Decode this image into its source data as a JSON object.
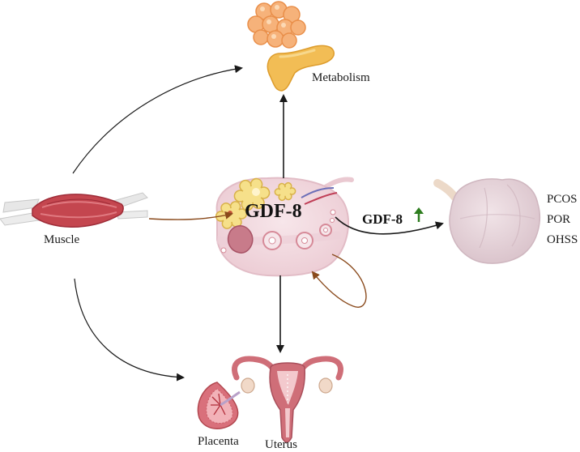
{
  "center": {
    "label": "GDF-8"
  },
  "targets": {
    "metabolism": "Metabolism",
    "muscle": "Muscle",
    "placenta": "Placenta",
    "uterus": "Uterus"
  },
  "ovary_condition": {
    "label": "GDF-8",
    "trend": "up",
    "trend_color": "#2e7d1f",
    "conditions": [
      "PCOS",
      "POR",
      "OHSS"
    ]
  },
  "colors": {
    "arrow_dark": "#1a1a1a",
    "arrow_brown": "#8a4a1c",
    "ovary": "#f3dde2",
    "muscle": "#c4464f",
    "pancreas": "#f2bd55",
    "fat": "#f6b27a",
    "cyst": "#e8d6dc",
    "uterus": "#cf6e78"
  }
}
